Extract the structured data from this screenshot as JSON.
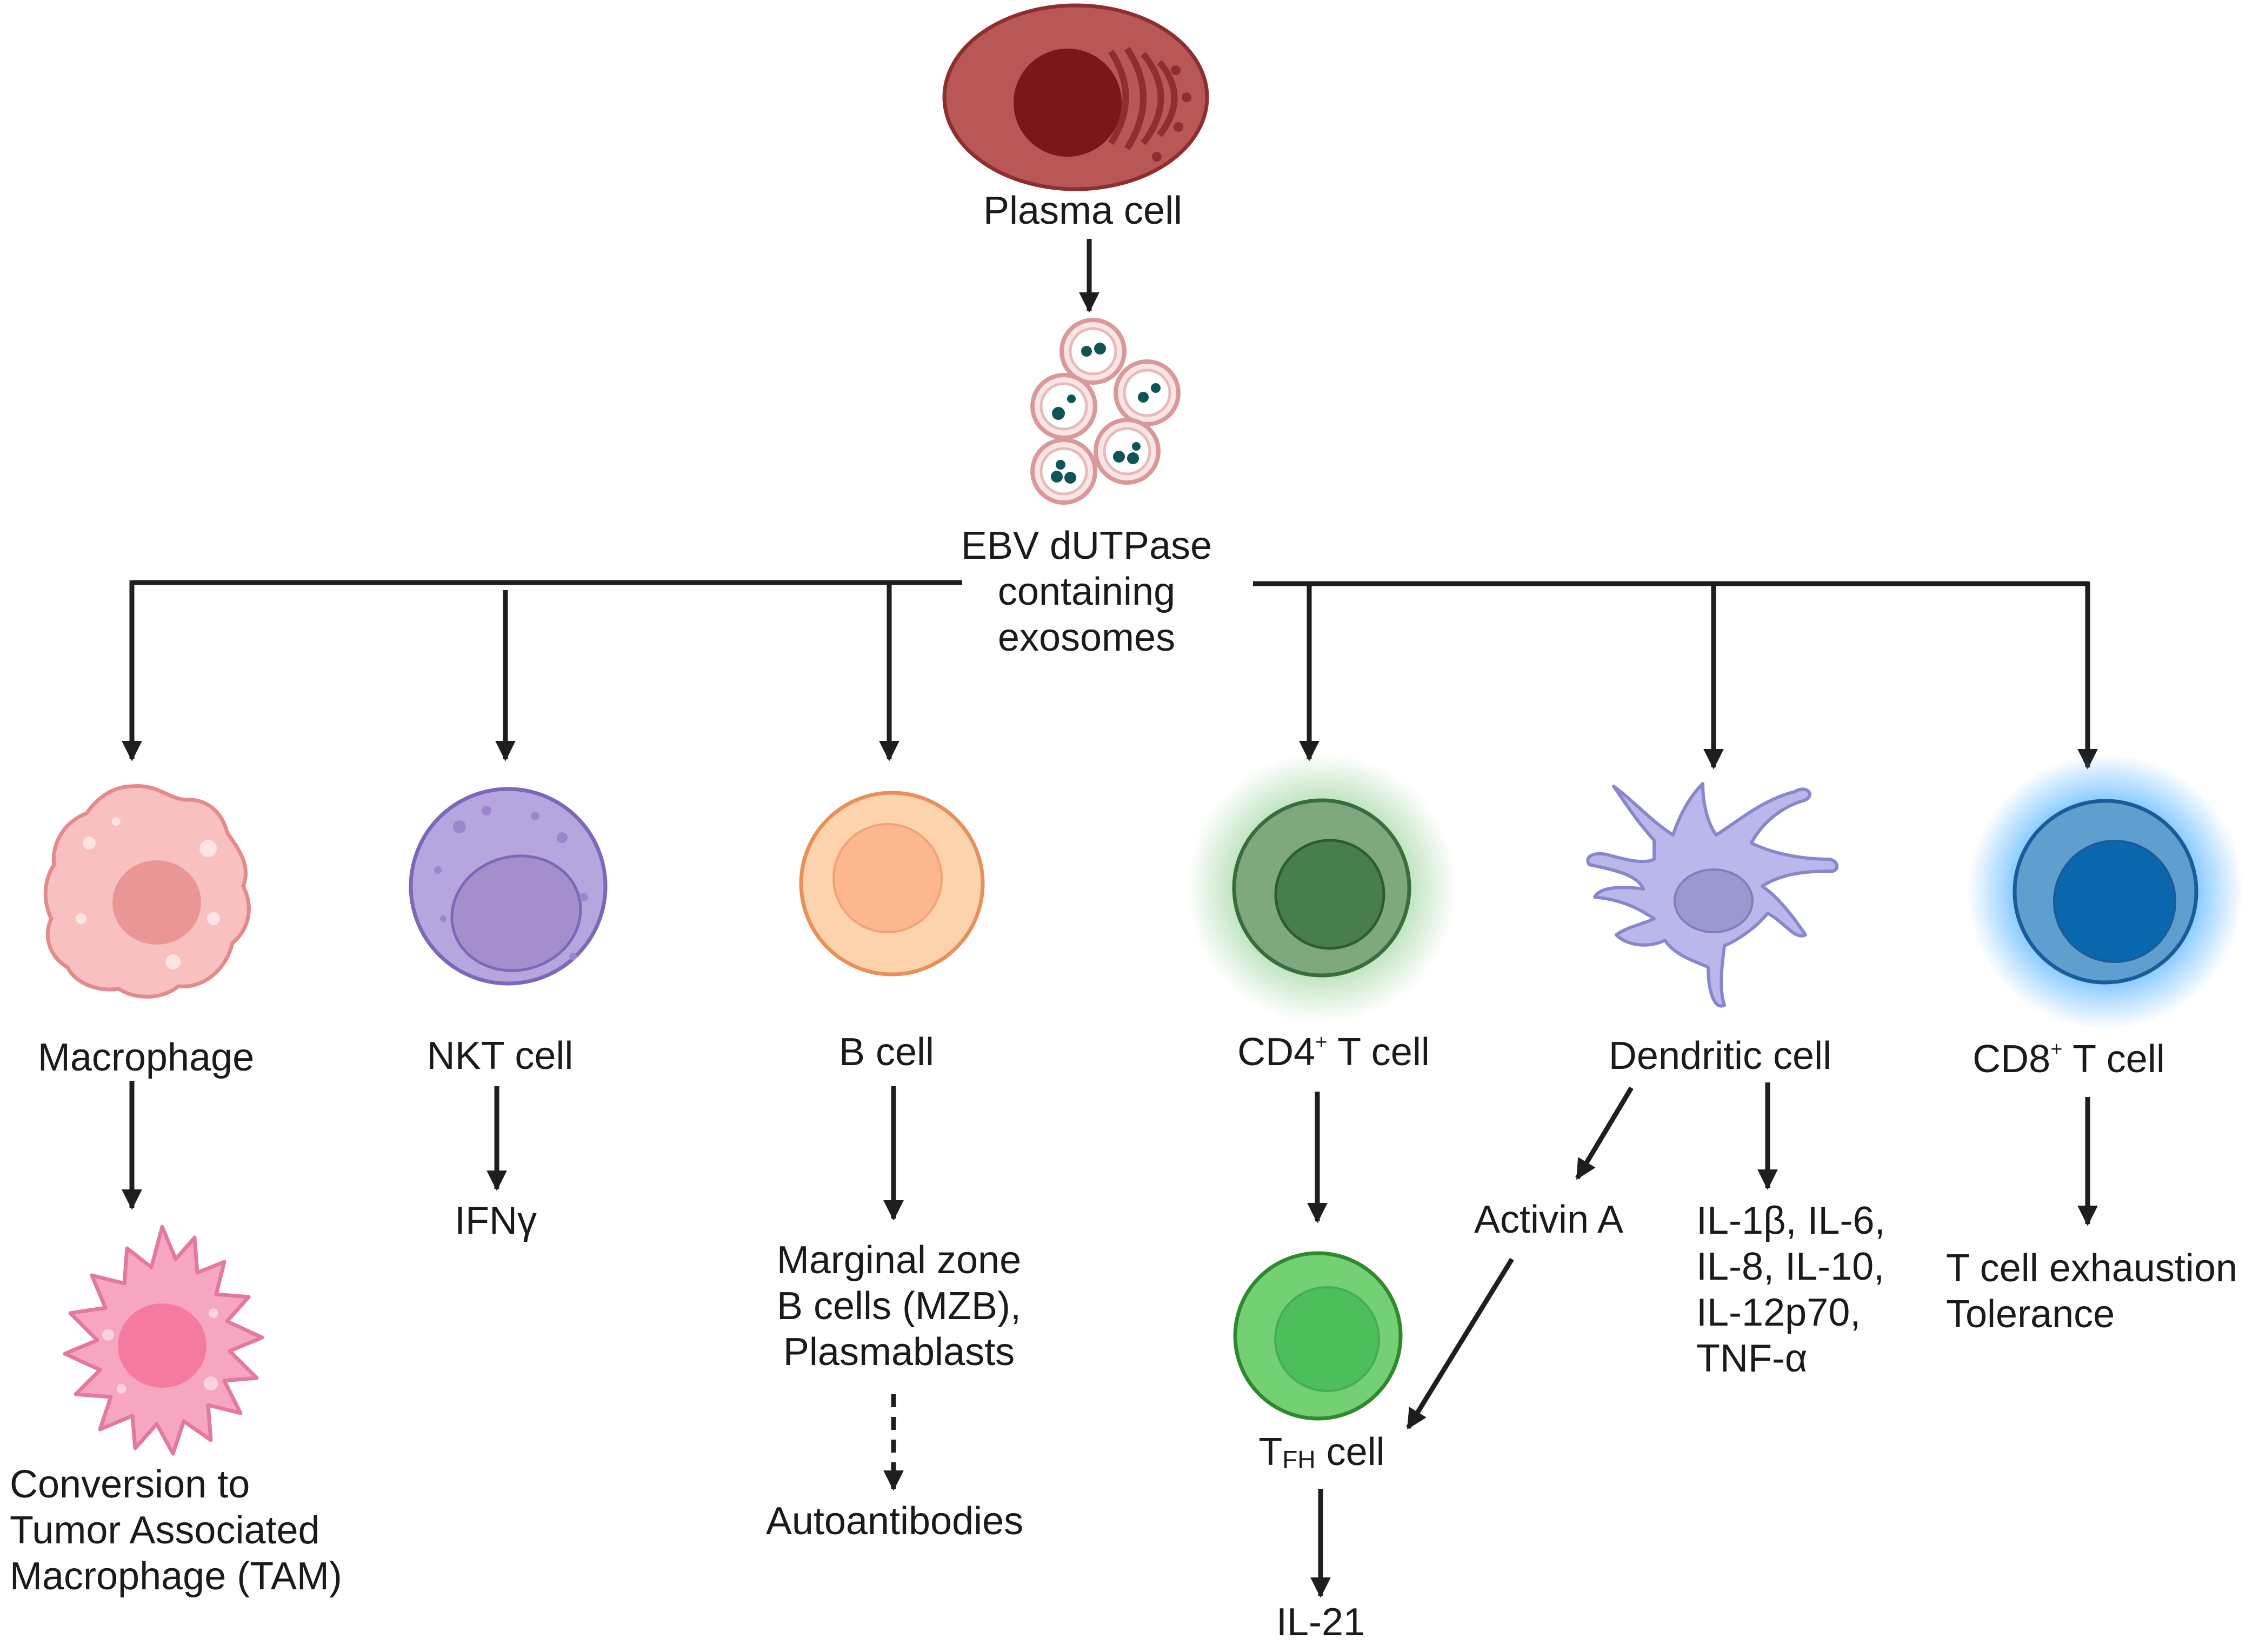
{
  "source": {
    "label": "Plasma cell",
    "exosomes_lines": [
      "EBV dUTPase",
      "containing",
      "exosomes"
    ]
  },
  "targets": {
    "macrophage": {
      "label": "Macrophage",
      "outcome_lines": [
        "Conversion to",
        "Tumor Associated",
        "Macrophage (TAM)"
      ]
    },
    "nkt": {
      "label": "NKT cell",
      "outcome": "IFNγ"
    },
    "bcell": {
      "label": "B cell",
      "outcome_lines": [
        "Marginal zone",
        "B cells (MZB),",
        "Plasmablasts"
      ],
      "final": "Autoantibodies"
    },
    "cd4": {
      "label_main": "CD4",
      "label_sup": "+",
      "label_rest": " T cell",
      "tfh_main": "T",
      "tfh_sub": "FH",
      "tfh_rest": " cell",
      "il21": "IL-21"
    },
    "dendritic": {
      "label": "Dendritic cell",
      "activin": "Activin A",
      "cytokine_lines": [
        "IL-1β, IL-6,",
        "IL-8, IL-10,",
        "IL-12p70,",
        "TNF-α"
      ]
    },
    "cd8": {
      "label_main": "CD8",
      "label_sup": "+",
      "label_rest": " T cell",
      "outcome_lines": [
        "T cell exhaustion",
        "Tolerance"
      ]
    }
  },
  "colors": {
    "plasma_body": "#b85755",
    "plasma_nucleus": "#7b1718",
    "exosome_ring": "#d9999a",
    "exosome_dot": "#0f5558",
    "macrophage": "#f9c0c0",
    "tam": "#f7a6c2",
    "nkt": "#b5a6e0",
    "bcell": "#fdd3ad",
    "cd4": "#7fa880",
    "tfh": "#73d073",
    "dendritic": "#bab7ea",
    "cd8": "#5f9fd0",
    "arrow": "#1e1e1e"
  }
}
